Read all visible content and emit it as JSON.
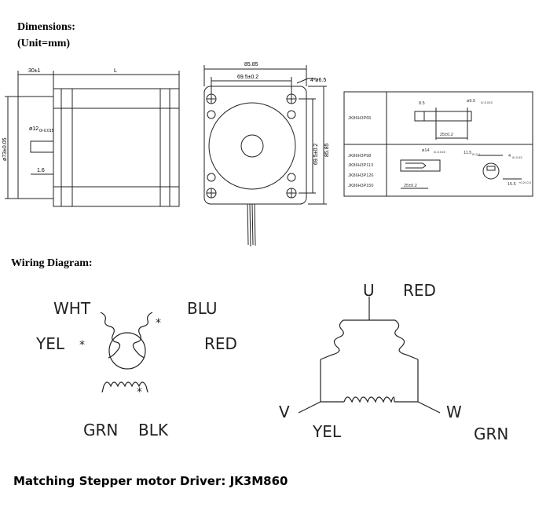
{
  "headings": {
    "dimensions": "Dimensions:",
    "unit": "(Unit=mm)",
    "wiring": "Wiring Diagram:",
    "footer": "Matching Stepper motor Driver: JK3M860"
  },
  "side_view": {
    "shaft_len": "30±1",
    "body_len": "L",
    "pilot_dia": "ø73±0.05",
    "shaft_dia": "ø12",
    "shaft_tol": "0/-0.015",
    "flat": "1.6"
  },
  "front_view": {
    "width": "85.85",
    "hole_spacing": "69.5±0.2",
    "holes": "4-ø6.5",
    "side_spacing": "69.5±0.2",
    "height": "85.85"
  },
  "table": {
    "row1": {
      "model": "JK86H3P65",
      "key": "8.5",
      "dia": "ø9.5",
      "dia_tol": "0/-0.015",
      "len": "25±0.2"
    },
    "row2": {
      "models": [
        "JK86H3P98",
        "JK86H3P113",
        "JK86H3P126",
        "JK86H3P150"
      ],
      "dia": "ø14",
      "dia_tol": "0/-0.015",
      "len": "25±0.2",
      "key_a": "11.5",
      "key_a_tol": "0/-0.1",
      "key_b": "4",
      "key_b_tol": "0/-0.03",
      "key_c": "15.5",
      "key_c_tol": "+0.2/-0.3"
    }
  },
  "wiring_left": {
    "wht": "WHT",
    "blu": "BLU",
    "yel": "YEL",
    "red": "RED",
    "grn": "GRN",
    "blk": "BLK",
    "dot": "*"
  },
  "wiring_right": {
    "u": "U",
    "red": "RED",
    "v": "V",
    "w": "W",
    "yel": "YEL",
    "grn": "GRN"
  }
}
